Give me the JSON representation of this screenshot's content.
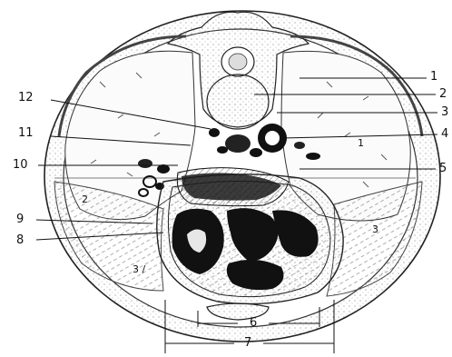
{
  "figure": {
    "labels_right": [
      "1",
      "2",
      "3",
      "4",
      "5"
    ],
    "labels_left": [
      "12",
      "11",
      "10",
      "9",
      "8"
    ],
    "labels_bottom": [
      "6",
      "7"
    ],
    "region_numerals": {
      "right_upper": "1",
      "right_lower": "3",
      "left_middle": "2",
      "left_lower": "3 /"
    },
    "colors": {
      "ink": "#111111",
      "stipple": "#9a9a9a",
      "paper": "#ffffff"
    }
  }
}
